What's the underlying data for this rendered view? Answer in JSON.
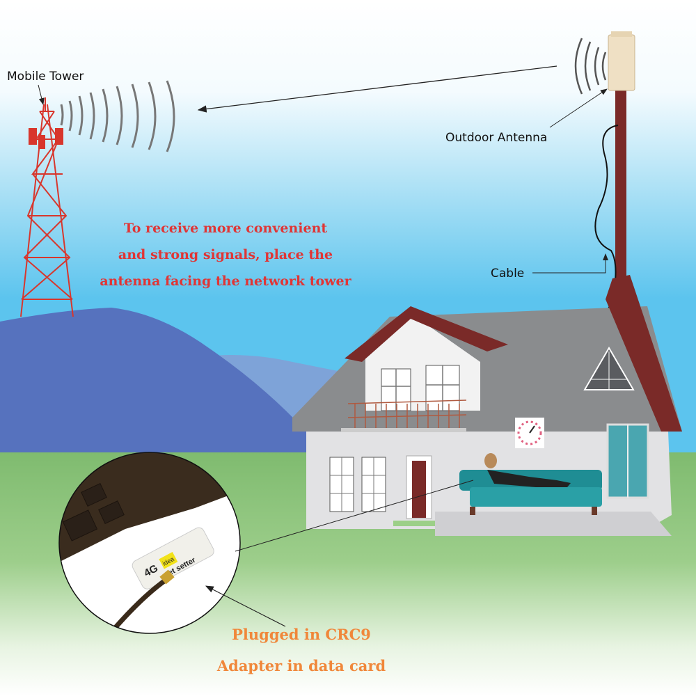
{
  "labels": {
    "mobile_tower": "Mobile Tower",
    "outdoor_antenna": "Outdoor Antenna",
    "cable": "Cable"
  },
  "instruction": {
    "lines": [
      "To receive more convenient",
      "and strong signals, place the",
      "antenna facing the network tower"
    ]
  },
  "callout": {
    "lines": [
      "Plugged in CRC9",
      "Adapter in data card"
    ]
  },
  "dongle": {
    "brand": "net setter",
    "badge": "4G",
    "sticker": "idea"
  },
  "colors": {
    "instruction_text": "#e03535",
    "callout_text": "#f0873a",
    "tower": "#d8362c",
    "sky": "#5cc4ee",
    "mountain": "#5672be",
    "grass": "#8cc27a",
    "roof": "#8a8c8e",
    "roof_trim": "#7a2a28"
  }
}
